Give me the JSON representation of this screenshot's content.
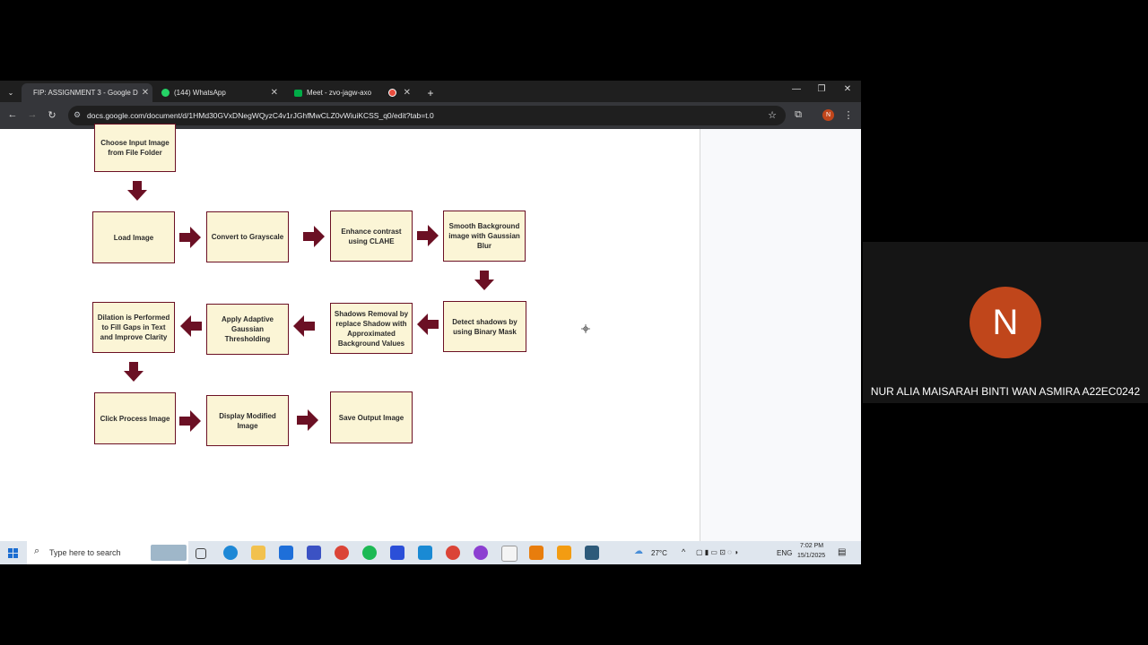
{
  "browser": {
    "tabs": [
      {
        "title": "FIP: ASSIGNMENT 3 - Google D",
        "icon": "google-docs-icon",
        "active": true
      },
      {
        "title": "(144) WhatsApp",
        "icon": "whatsapp-icon",
        "active": false
      },
      {
        "title": "Meet - zvo-jagw-axo",
        "icon": "google-meet-icon",
        "active": false
      }
    ],
    "url": "docs.google.com/document/d/1HMd30GVxDNegWQyzC4v1rJGhfMwCLZ0vWiuiKCSS_q0/edit?tab=t.0",
    "profile_initial": "N"
  },
  "flowchart": {
    "row0": [
      "Choose Input Image from File Folder"
    ],
    "row1": [
      "Load Image",
      "Convert to Grayscale",
      "Enhance contrast using CLAHE",
      "Smooth Background image with Gaussian Blur"
    ],
    "row2": [
      "Dilation is Performed to Fill Gaps in Text and Improve Clarity",
      "Apply Adaptive Gaussian Thresholding",
      "Shadows Removal by replace Shadow with Approximated Background Values",
      "Detect shadows by using Binary Mask"
    ],
    "row3": [
      "Click Process Image",
      "Display Modified Image",
      "Save Output Image"
    ],
    "arrow_color": "#6b1024",
    "box_fill": "#fbf5d6"
  },
  "taskbar": {
    "search_placeholder": "Type here to search",
    "weather": "27°C",
    "language": "ENG",
    "time": "7:02 PM",
    "date": "15/1/2025"
  },
  "participant": {
    "initial": "N",
    "name": "NUR ALIA MAISARAH BINTI WAN ASMIRA A22EC0242",
    "avatar_color": "#c0461b"
  }
}
